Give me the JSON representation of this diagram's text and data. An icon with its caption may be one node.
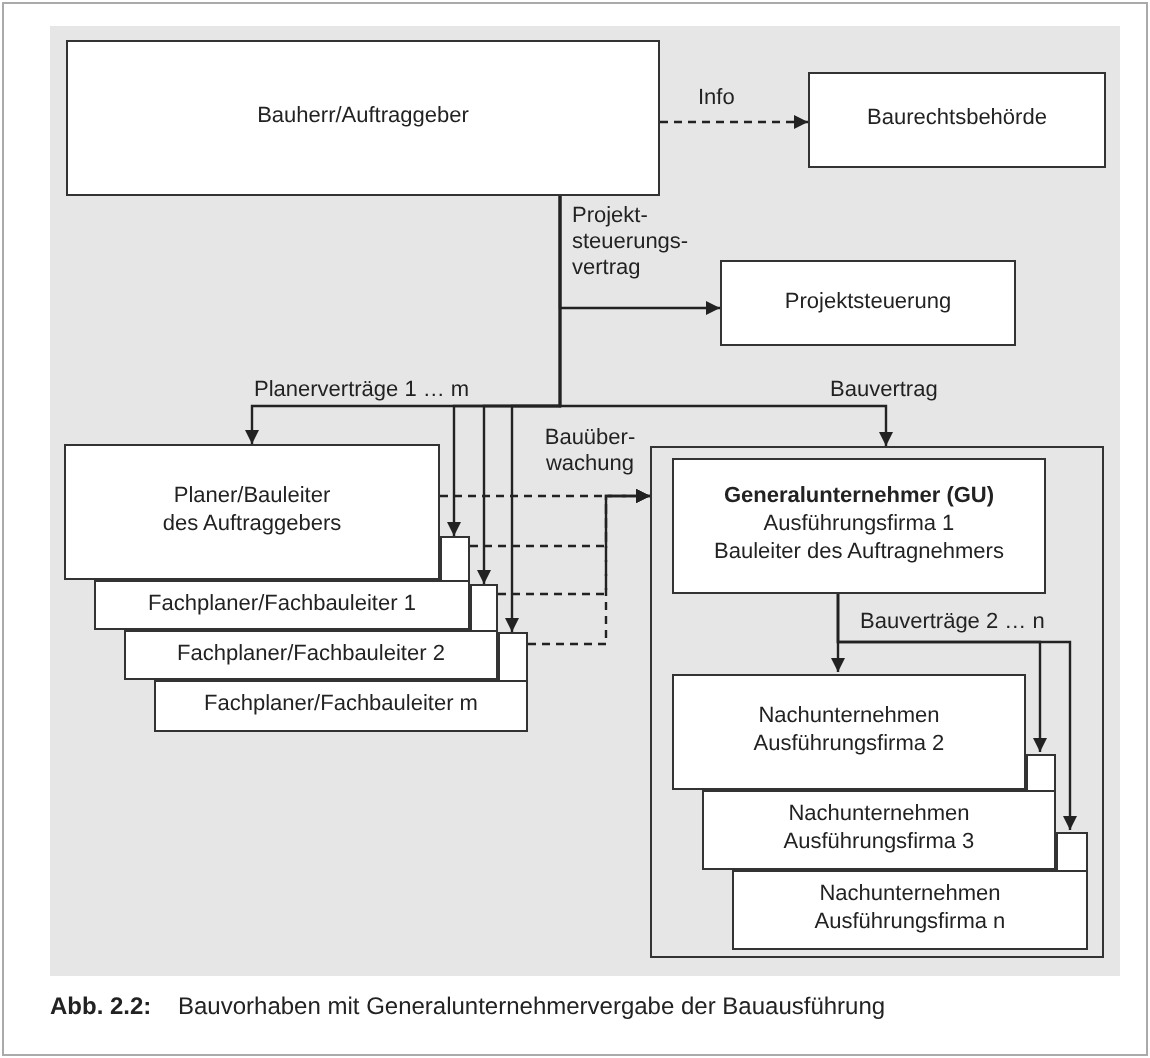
{
  "diagram": {
    "caption": "**Abb. 2.2:**    Bauvorhaben mit Generalunternehmervergabe der Bauausführung",
    "nodes": [
      {
        "text": [
          "Bauherr/Auftraggeber"
        ]
      },
      {
        "text": [
          "Baurechtsbehörde"
        ]
      },
      {
        "text": [
          "Projektsteuerung"
        ]
      },
      {
        "text": [
          "Planer/Bauleiter des Auftraggebers"
        ]
      },
      {
        "text": [
          "Fachplaner/Fachbauleiter 1"
        ]
      },
      {
        "text": [
          "Fachplaner/Fachbauleiter 2"
        ]
      },
      {
        "text": [
          "Fachplaner/Fachbauleiter m"
        ]
      },
      {
        "text": [],
        "shape": "box"
      },
      {
        "text": [
          "Generalunternehmer (GU)",
          "Ausführungsfirma 1",
          "Bauleiter des Auftragnehmers"
        ],
        "in": 7
      },
      {
        "text": [
          "Nachunternehmen Ausführungsfirma 2"
        ],
        "in": 7
      },
      {
        "text": [
          "Nachunternehmen Ausführungsfirma 3"
        ],
        "in": 7
      },
      {
        "text": [
          "Nachunternehmen Ausführungsfirma n"
        ],
        "in": 7
      }
    ],
    "edges": [
      {
        "from": 0,
        "to": 1,
        "arrow": "to",
        "label": "Info",
        "style": "dashed"
      },
      {
        "from": 0,
        "to": 2,
        "arrow": "to",
        "label": "Projekt- steuerungs- vertrag"
      },
      {
        "from": 0,
        "to": 3,
        "arrow": "to",
        "label": "Planerverträge 1 … m"
      },
      {
        "from": 0,
        "to": 4,
        "arrow": "to"
      },
      {
        "from": 0,
        "to": 5,
        "arrow": "to"
      },
      {
        "from": 0,
        "to": 6,
        "arrow": "to"
      },
      {
        "from": 0,
        "to": 7,
        "arrow": "to",
        "label": "Bauvertrag"
      },
      {
        "from": 3,
        "to": 7,
        "arrow": "to",
        "label": "Bauüber- wachung",
        "style": "dashed"
      },
      {
        "from": 4,
        "to": 7,
        "arrow": "to",
        "style": "dashed"
      },
      {
        "from": 5,
        "to": 7,
        "arrow": "to",
        "style": "dashed"
      },
      {
        "from": 6,
        "to": 7,
        "arrow": "to",
        "style": "dashed"
      },
      {
        "from": 8,
        "to": 9,
        "arrow": "to"
      },
      {
        "from": 8,
        "to": 10,
        "arrow": "to",
        "label": "Bauverträge 2 … n"
      },
      {
        "from": 8,
        "to": 11,
        "arrow": "to"
      }
    ]
  }
}
